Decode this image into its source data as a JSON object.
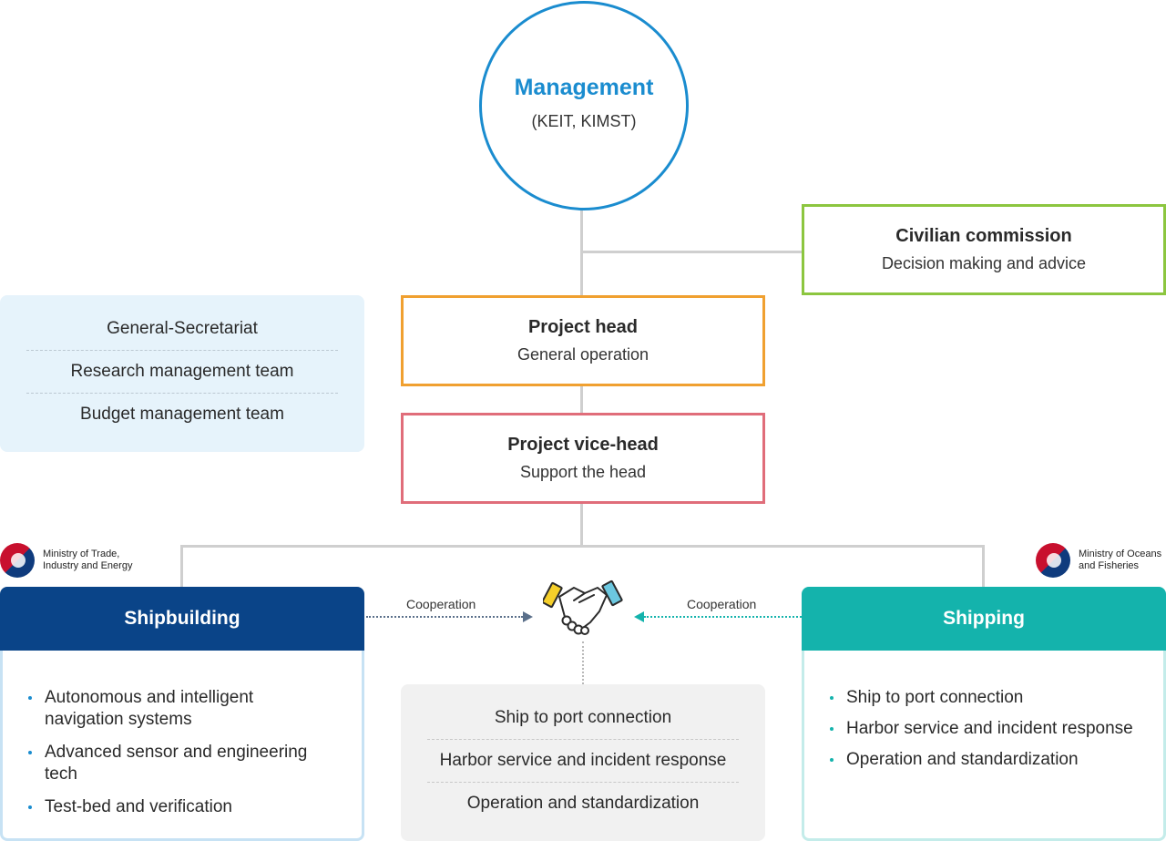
{
  "management": {
    "title": "Management",
    "subtitle": "(KEIT, KIMST)"
  },
  "civilian": {
    "title": "Civilian commission",
    "subtitle": "Decision making and advice"
  },
  "project_head": {
    "title": "Project head",
    "subtitle": "General operation"
  },
  "project_vice": {
    "title": "Project vice-head",
    "subtitle": "Support the head"
  },
  "secretariat": {
    "items": [
      "General-Secretariat",
      "Research management team",
      "Budget management team"
    ]
  },
  "ministries": {
    "left": "Ministry of Trade,\nIndustry and Energy",
    "right": "Ministry of Oceans\nand Fisheries"
  },
  "shipbuilding": {
    "title": "Shipbuilding",
    "items": [
      "Autonomous and intelligent navigation systems",
      "Advanced sensor and engineering tech",
      "Test-bed and verification"
    ]
  },
  "shipping": {
    "title": "Shipping",
    "items": [
      "Ship to port connection",
      "Harbor service and incident response",
      "Operation and standardization"
    ]
  },
  "cooperation": {
    "left": "Cooperation",
    "right": "Cooperation"
  },
  "shared": {
    "items": [
      "Ship to port connection",
      "Harbor service and incident response",
      "Operation and standardization"
    ]
  },
  "colors": {
    "management": "#1a8ccf",
    "civilian": "#8cc63f",
    "project_head": "#f0a030",
    "project_vice": "#e06d7a",
    "shipbuilding": "#0a4488",
    "shipping": "#14b3ac"
  },
  "icons": {
    "cooperation": "handshake-icon",
    "ministry": "taegeuk-emblem-icon"
  }
}
